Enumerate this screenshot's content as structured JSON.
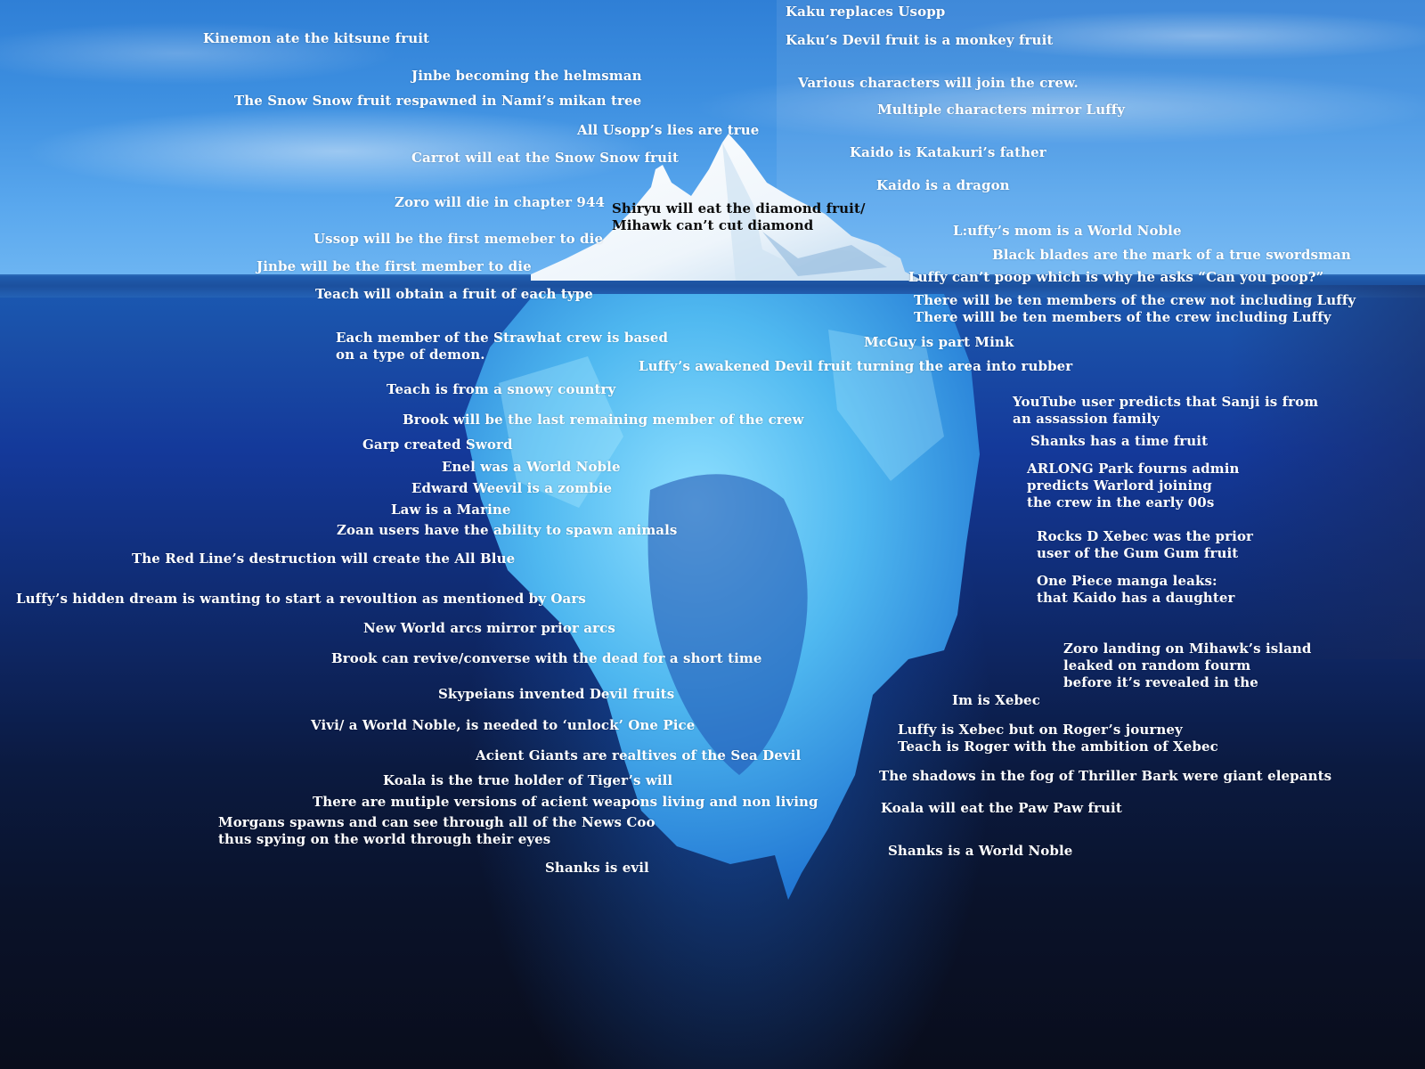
{
  "image": {
    "subject": "One Piece theory iceberg",
    "colors": {
      "sky": "#3d8fe0",
      "sea_top": "#1b5bb4",
      "sea_bottom": "#090d1c",
      "ice_top": "#f4f8fc",
      "ice_underwater": "#5cc6f5",
      "text": "#ffffff",
      "text_dark": "#0b0b0b"
    }
  },
  "labels": {
    "above_water_left": [
      {
        "text": "Kinemon ate the kitsune fruit"
      },
      {
        "text": "Jinbe becoming the helmsman"
      },
      {
        "text": "The Snow Snow fruit respawned in Nami’s mikan tree"
      },
      {
        "text": "All Usopp’s lies are true"
      },
      {
        "text": "Carrot will eat the Snow Snow fruit"
      },
      {
        "text": "Zoro will die in chapter 944"
      },
      {
        "text": "Ussop will be the first memeber to die"
      },
      {
        "text": "Jinbe will be the first member to die"
      }
    ],
    "on_iceberg": {
      "line1": "Shiryu will eat the diamond fruit/",
      "line2": "Mihawk can’t cut diamond"
    },
    "above_water_right": [
      {
        "text": "Kaku replaces Usopp"
      },
      {
        "text": "Kaku’s Devil fruit is a monkey fruit"
      },
      {
        "text": "Various characters will join the crew."
      },
      {
        "text": "Multiple characters mirror Luffy"
      },
      {
        "text": "Kaido is Katakuri’s father"
      },
      {
        "text": "Kaido is a dragon"
      },
      {
        "text": "L:uffy’s mom is a World Noble"
      },
      {
        "text": "Black blades are the mark of a true swordsman"
      },
      {
        "text": "Luffy can’t poop which is why he asks “Can you poop?”"
      }
    ],
    "below_water_left": [
      {
        "text": "Teach will obtain a fruit of each type"
      },
      {
        "line1": "Each member of the Strawhat crew is based",
        "line2": "on a type of demon."
      },
      {
        "text": "Teach is from a snowy country"
      },
      {
        "text": "Brook will be the last remaining member of the crew"
      },
      {
        "text": "Garp created Sword"
      },
      {
        "text": "Enel was a World Noble"
      },
      {
        "text": "Edward Weevil is a zombie"
      },
      {
        "text": "Law is a Marine"
      },
      {
        "text": "Zoan users have the ability to spawn animals"
      },
      {
        "text": "The Red Line’s destruction will create the All Blue"
      },
      {
        "text": "Luffy’s hidden dream is wanting to start a revoultion as mentioned by Oars"
      },
      {
        "text": "New World arcs mirror prior arcs"
      },
      {
        "text": "Brook can revive/converse with the dead for a short time"
      },
      {
        "text": "Skypeians invented Devil fruits"
      },
      {
        "text": "Vivi/ a World Noble, is needed to ‘unlock’ One Pice"
      },
      {
        "text": "Acient Giants are realtives of the Sea Devil"
      },
      {
        "text": "Koala is the true holder of Tiger’s will"
      },
      {
        "text": "There are mutiple versions of acient weapons living and non living"
      },
      {
        "line1": "Morgans spawns and can see through all of the News Coo",
        "line2": "thus spying on the world through their eyes"
      },
      {
        "text": "Shanks is evil"
      }
    ],
    "below_water_right": [
      {
        "line1": "There will be ten members of the crew not including Luffy",
        "line2": "There willl be ten members of the crew including Luffy"
      },
      {
        "text": "McGuy is part Mink"
      },
      {
        "text": "Luffy’s awakened Devil fruit turning the area into rubber"
      },
      {
        "line1": "YouTube user predicts that Sanji is from",
        "line2": "an assassion family"
      },
      {
        "text": "Shanks has a time fruit"
      },
      {
        "line1": "ARLONG Park fourns admin",
        "line2": "predicts Warlord joining",
        "line3": "the crew in the early 00s"
      },
      {
        "line1": "Rocks D Xebec was the prior",
        "line2": "user of the Gum Gum fruit"
      },
      {
        "line1": "One Piece manga leaks:",
        "line2": "that Kaido has a daughter"
      },
      {
        "line1": "Zoro landing on Mihawk’s island",
        "line2": "leaked on random fourm",
        "line3": "before it’s revealed in the"
      },
      {
        "text": "Im is Xebec"
      },
      {
        "line1": "Luffy is Xebec but on Roger’s journey",
        "line2": "Teach is Roger with the ambition of Xebec"
      },
      {
        "text": "The shadows in the fog of Thriller Bark were giant elepants"
      },
      {
        "text": "Koala will eat the Paw Paw fruit"
      },
      {
        "text": "Shanks is a World Noble"
      }
    ]
  }
}
